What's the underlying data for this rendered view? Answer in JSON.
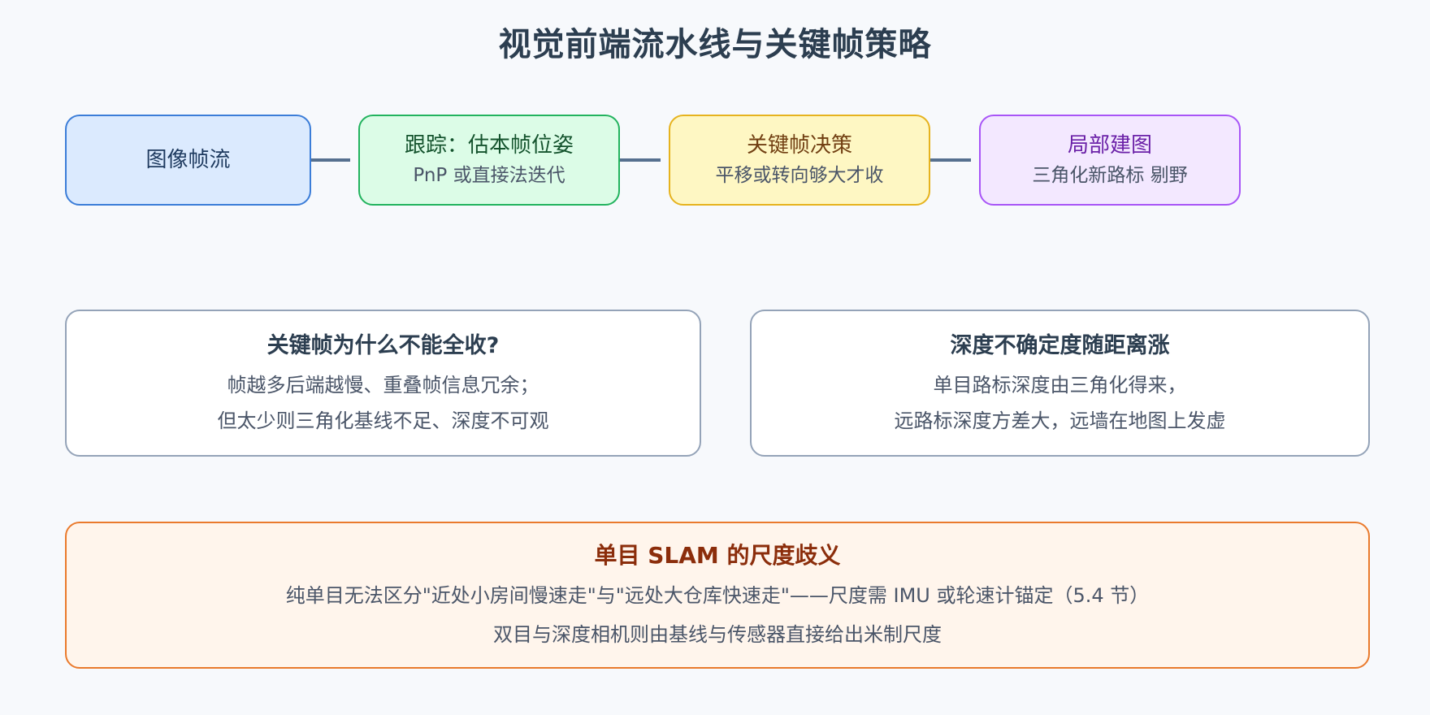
{
  "title": "视觉前端流水线与关键帧策略",
  "pipeline": [
    {
      "title": "图像帧流",
      "subtitle": ""
    },
    {
      "title": "跟踪：估本帧位姿",
      "subtitle": "PnP 或直接法迭代"
    },
    {
      "title": "关键帧决策",
      "subtitle": "平移或转向够大才收"
    },
    {
      "title": "局部建图",
      "subtitle": "三角化新路标 剔野"
    }
  ],
  "notes": [
    {
      "title": "关键帧为什么不能全收?",
      "lines": [
        "帧越多后端越慢、重叠帧信息冗余；",
        "但太少则三角化基线不足、深度不可观"
      ]
    },
    {
      "title": "深度不确定度随距离涨",
      "lines": [
        "单目路标深度由三角化得来，",
        "远路标深度方差大，远墙在地图上发虚"
      ]
    }
  ],
  "warning": {
    "title": "单目 SLAM 的尺度歧义",
    "lines": [
      "纯单目无法区分\"近处小房间慢速走\"与\"远处大仓库快速走\"——尺度需 IMU 或轮速计锚定（5.4 节）",
      "双目与深度相机则由基线与传感器直接给出米制尺度"
    ]
  },
  "colors": {
    "stream": "#3b7dd8",
    "tracking": "#22b35e",
    "keyframe": "#e6b31e",
    "mapping": "#a855f7",
    "warning": "#ea7a2c",
    "connector": "#56708f"
  }
}
